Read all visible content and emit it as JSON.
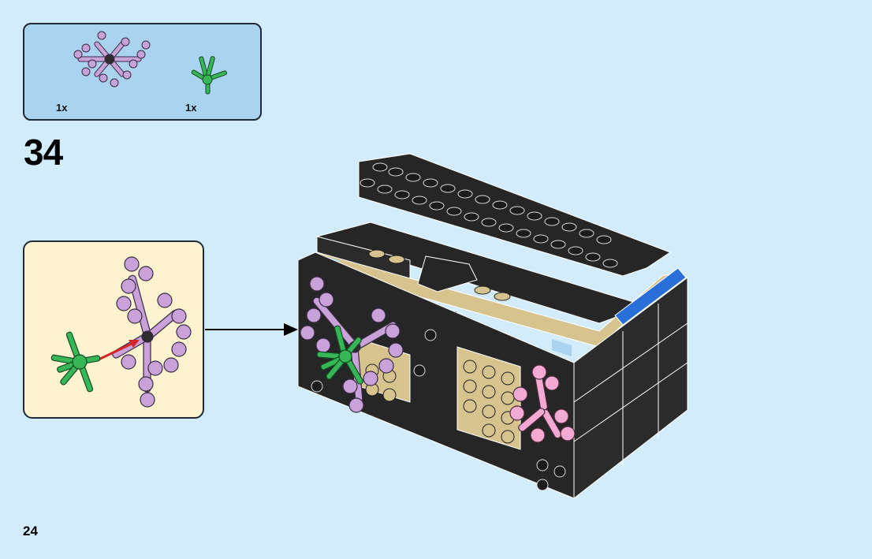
{
  "page": {
    "number": "24"
  },
  "step": {
    "number": "34"
  },
  "parts_list": [
    {
      "name": "lavender-plant-leaves",
      "quantity": "1x",
      "color": "#c8a2d9"
    },
    {
      "name": "green-plant-stem",
      "quantity": "1x",
      "color": "#37b657"
    }
  ],
  "callout": {
    "action": "attach-stem-to-leaves"
  },
  "colors": {
    "background": "#d3ecfb",
    "parts_box": "#a9d3ef",
    "callout_box": "#fdf3cf",
    "brick_black": "#262626",
    "tan": "#d6c38e",
    "lavender": "#c8a2d9",
    "green": "#37b657",
    "pink": "#f4a9d2",
    "blue": "#2a6fd8",
    "arrow_red": "#d42528"
  }
}
